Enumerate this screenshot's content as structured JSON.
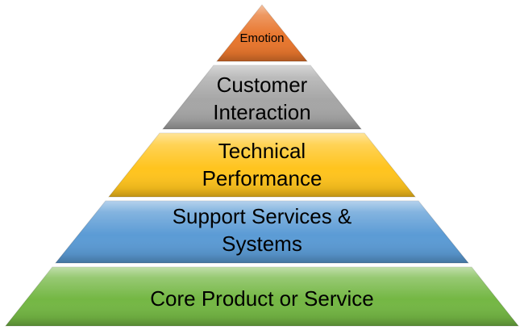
{
  "pyramid": {
    "layers": [
      {
        "label": "Emotion",
        "color": "#E8762D"
      },
      {
        "label": "Customer Interaction",
        "color": "#A6A6A6"
      },
      {
        "label": "Technical Performance",
        "color": "#FFC41E"
      },
      {
        "label": "Support Services & Systems",
        "color": "#5B9BD5"
      },
      {
        "label": "Core Product or Service",
        "color": "#74B744"
      }
    ]
  }
}
